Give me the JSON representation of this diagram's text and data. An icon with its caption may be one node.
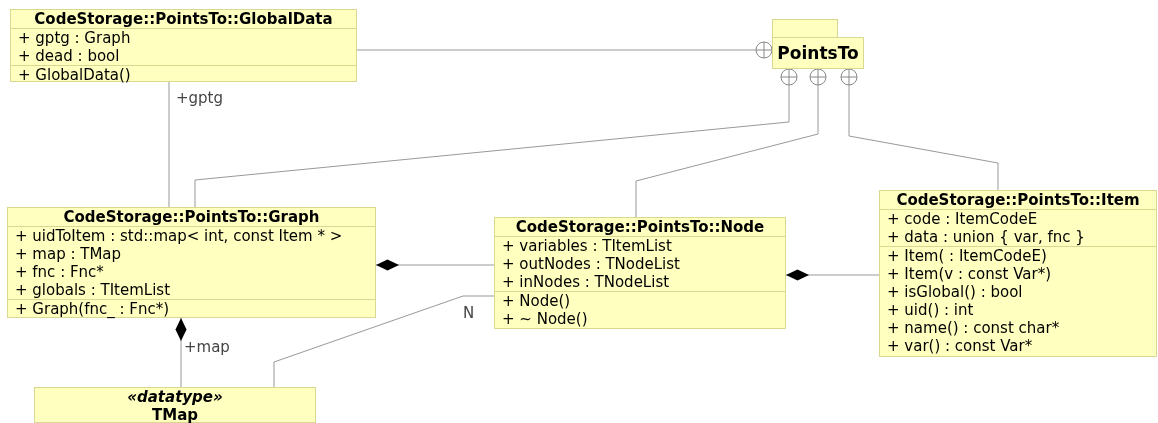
{
  "diagram": {
    "nodes": [
      {
        "text": [
          "CodeStorage::PointsTo::GlobalData",
          "+ gptg : Graph",
          "+ dead : bool",
          "+ GlobalData()"
        ]
      },
      {
        "text": [
          "PointsTo"
        ]
      },
      {
        "text": [
          "CodeStorage::PointsTo::Graph",
          "+ uidToItem : std::map< int, const Item * >",
          "+ map : TMap",
          "+ fnc : Fnc*",
          "+ globals : TItemList",
          "+ Graph(fnc_ : Fnc*)"
        ]
      },
      {
        "text": [
          "CodeStorage::PointsTo::Node",
          "+ variables : TItemList",
          "+ outNodes : TNodeList",
          "+ inNodes : TNodeList",
          "+ Node()",
          "+ ~ Node()"
        ]
      },
      {
        "text": [
          "CodeStorage::PointsTo::Item",
          "+ code : ItemCodeE",
          "+ data : union { var, fnc }",
          "+ Item( : ItemCodeE)",
          "+ Item(v : const Var*)",
          "+ isGlobal() : bool",
          "+ uid() : int",
          "+ name() : const char*",
          "+ var() : const Var*"
        ]
      },
      {
        "text": [
          "«datatype»",
          "TMap"
        ]
      }
    ],
    "edges": [
      {
        "from": 0,
        "to": 1,
        "arrow": "other"
      },
      {
        "from": 2,
        "to": 1,
        "arrow": "other"
      },
      {
        "from": 3,
        "to": 1,
        "arrow": "other"
      },
      {
        "from": 4,
        "to": 1,
        "arrow": "other"
      },
      {
        "from": 0,
        "to": 2,
        "arrow": "none",
        "label": "+gptg"
      },
      {
        "from": 3,
        "to": 2,
        "arrow": "other"
      },
      {
        "from": 4,
        "to": 3,
        "arrow": "other"
      },
      {
        "from": 5,
        "to": 2,
        "arrow": "other",
        "label": "+map"
      },
      {
        "from": 3,
        "to": 5,
        "arrow": "none",
        "label": "N"
      }
    ]
  }
}
